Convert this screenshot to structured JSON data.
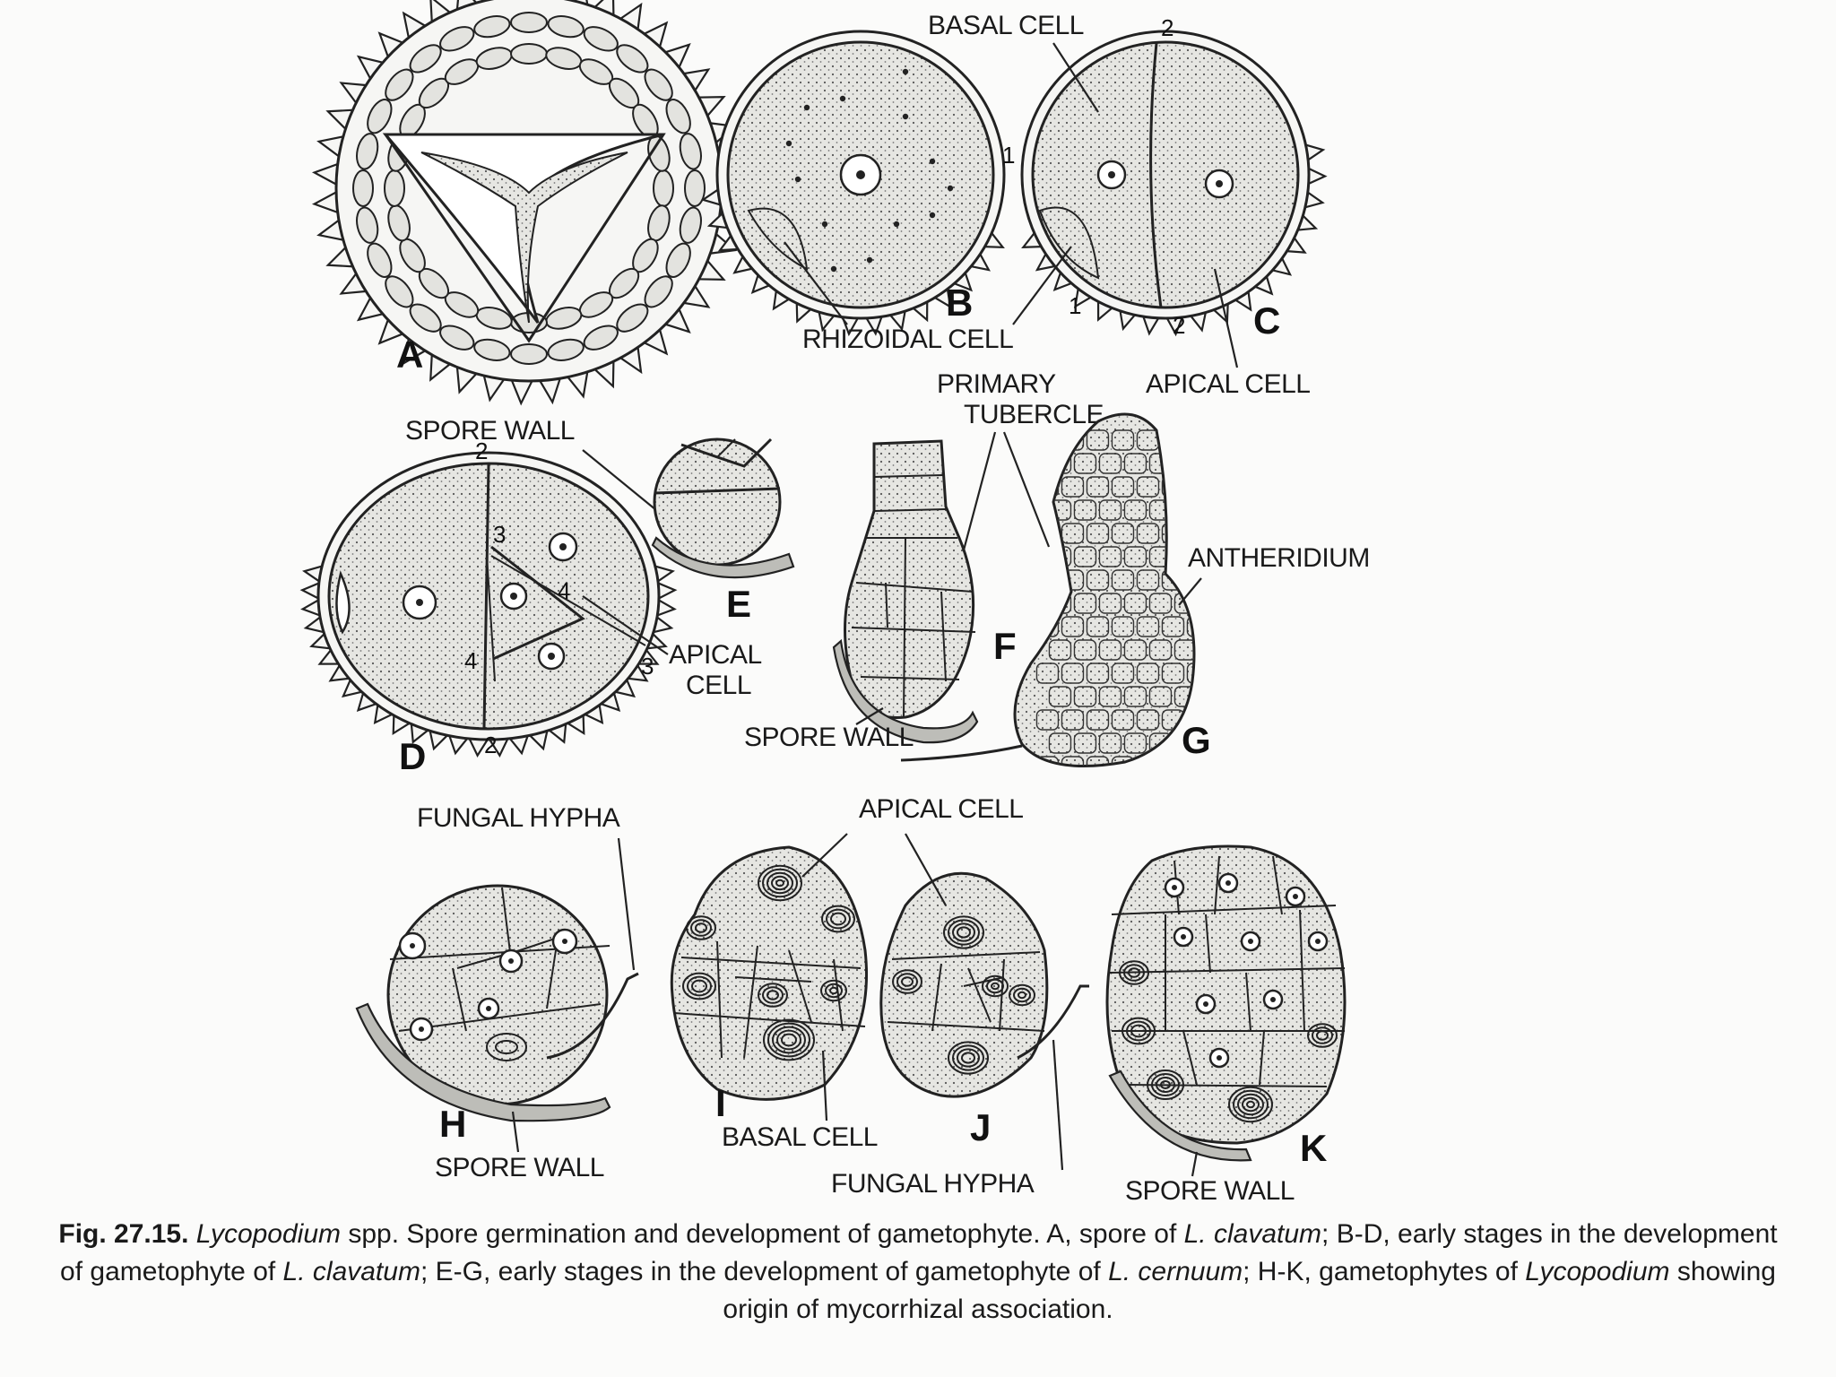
{
  "labels": {
    "basal_cell_top": "BASAL CELL",
    "rhizoidal_cell": "RHIZOIDAL CELL",
    "primary_tubercle_1": "PRIMARY",
    "primary_tubercle_2": "TUBERCLE",
    "apical_cell_c": "APICAL CELL",
    "spore_wall_d": "SPORE WALL",
    "antheridium": "ANTHERIDIUM",
    "apical_cell_d1": "APICAL",
    "apical_cell_d2": "CELL",
    "spore_wall_f": "SPORE WALL",
    "fungal_hypha_h": "FUNGAL HYPHA",
    "apical_cell_ij": "APICAL CELL",
    "spore_wall_h": "SPORE WALL",
    "basal_cell_i": "BASAL CELL",
    "fungal_hypha_j": "FUNGAL HYPHA",
    "spore_wall_k": "SPORE WALL"
  },
  "panels": [
    "A",
    "B",
    "C",
    "D",
    "E",
    "F",
    "G",
    "H",
    "I",
    "J",
    "K"
  ],
  "numbers": {
    "c_top": "2",
    "c_right": "1",
    "c_bl": "1",
    "c_bottom": "2",
    "d_top": "2",
    "d_bottom": "2",
    "d_3a": "3",
    "d_3b": "3",
    "d_4a": "4",
    "d_4b": "4"
  },
  "caption": {
    "fig_no": "Fig. 27.15.",
    "genus": "Lycopodium",
    "t1": " spp. Spore germination and development of gametophyte. A, spore of ",
    "sp1": "L. clavatum",
    "t2": "; B-D, early stages in the development of gametophyte of ",
    "sp2": "L. clavatum",
    "t3": "; E-G, early stages in the development of gametophyte of ",
    "sp3": "L. cernuum",
    "t4": "; H-K, gametophytes of ",
    "genus2": "Lycopodium",
    "t5": " showing origin of mycorrhizal association."
  }
}
